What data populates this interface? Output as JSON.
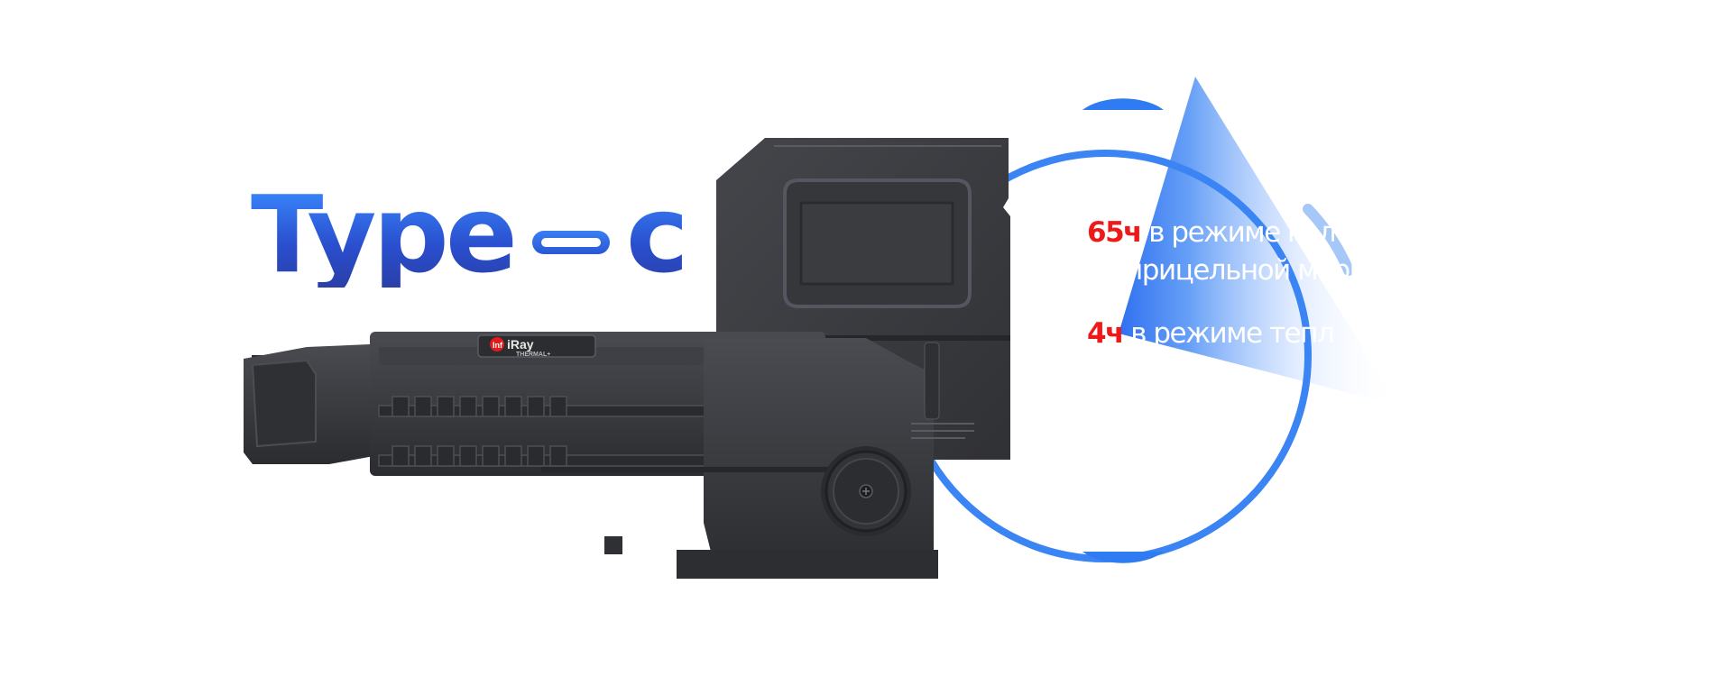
{
  "headline": {
    "left": "Type",
    "right": "c"
  },
  "logo": {
    "mark": "Inf",
    "brand": "iRay",
    "sub": "THERMAL+"
  },
  "stats": [
    {
      "value": "65ч",
      "text": "в режиме кол",
      "text2": "прицельной марки"
    },
    {
      "value": "4ч",
      "text": "в режиме тепл"
    }
  ],
  "colors": {
    "accent": "#2e7bf2",
    "headline_dark": "#2a3fa8",
    "highlight": "#ee1a1a",
    "device": "#3a3b3f"
  }
}
